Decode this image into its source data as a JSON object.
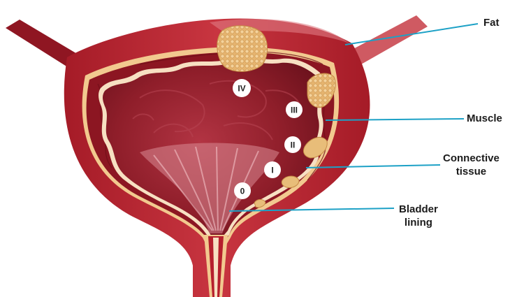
{
  "labels": {
    "fat": "Fat",
    "muscle": "Muscle",
    "connective_tissue": [
      "Connective",
      "tissue"
    ],
    "bladder_lining": [
      "Bladder",
      "lining"
    ]
  },
  "stages": [
    "IV",
    "III",
    "II",
    "I",
    "0"
  ],
  "colors": {
    "leader_line": "#1da1c6",
    "outer_wall": "#b8202c",
    "muscle_layer": "#8c1622",
    "connective_layer": "#f2c98f",
    "inner_cavity": "#8f1e2a",
    "tumor": "#e8bd79",
    "marker_fill": "#ffffff",
    "marker_text": "#222222"
  }
}
